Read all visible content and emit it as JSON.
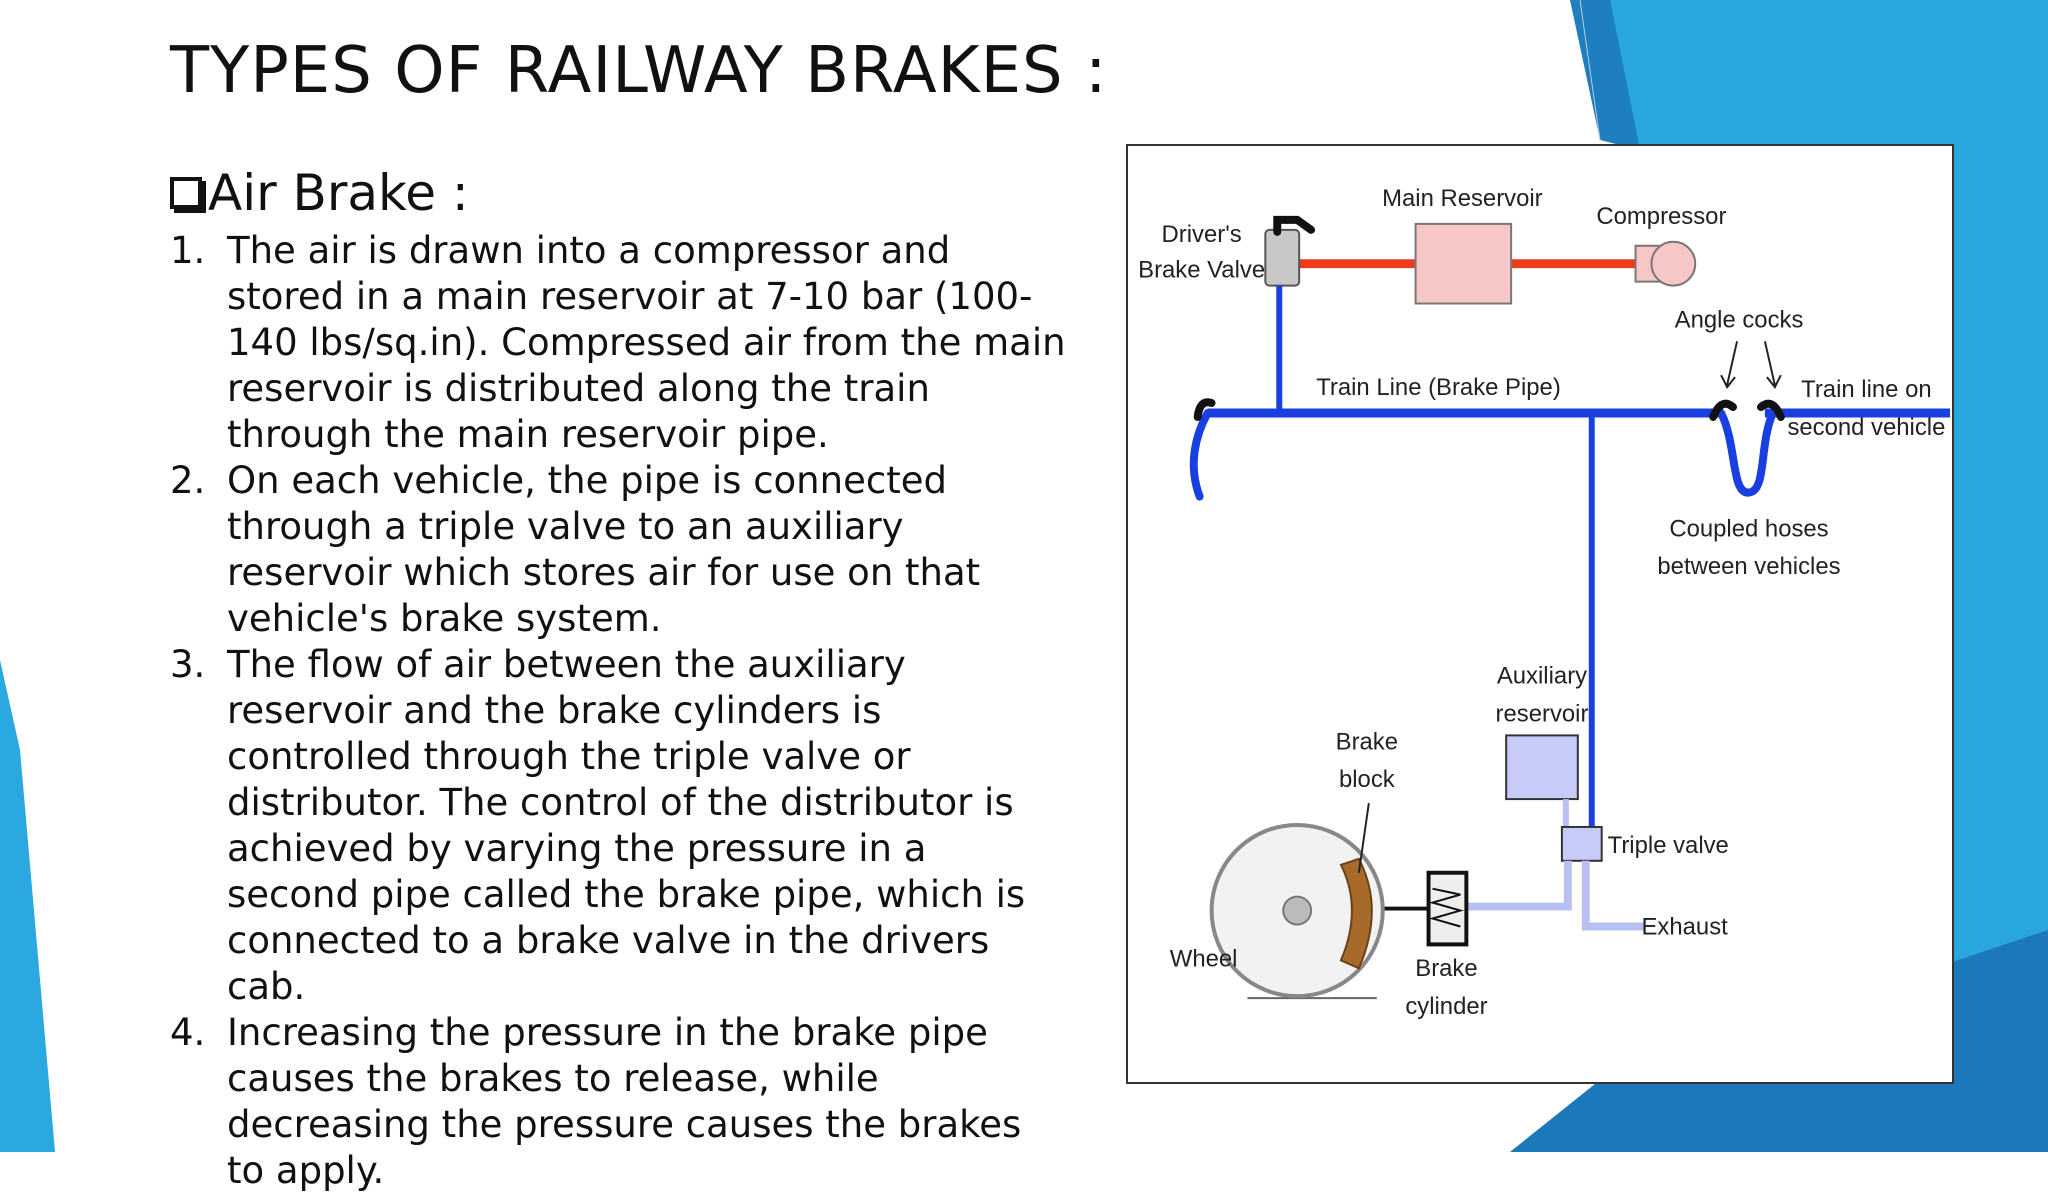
{
  "slide": {
    "title": "TYPES OF RAILWAY BRAKES :",
    "subheading": "Air Brake :",
    "points": [
      {
        "num": "1.",
        "text": "The air is drawn into a compressor and stored in a main reservoir at 7-10 bar (100-140 lbs/sq.in). Compressed air from the main reservoir is distributed along the train through the main reservoir pipe."
      },
      {
        "num": "2.",
        "text": "On each vehicle, the pipe is connected through a triple valve to an auxiliary reservoir which stores air for use on that vehicle's brake system."
      },
      {
        "num": "3.",
        "text": "The flow of air between the auxiliary reservoir and the brake cylinders is controlled through the triple valve or distributor. The control of the distributor is achieved by varying the pressure in a second pipe called the brake pipe, which is connected to a brake valve in the drivers cab."
      },
      {
        "num": "4.",
        "text": "Increasing the pressure in the brake pipe causes the brakes to release, while decreasing the pressure causes the brakes to apply."
      }
    ]
  },
  "diagram": {
    "labels": {
      "drivers_1": "Driver's",
      "drivers_2": "Brake Valve",
      "main_reservoir": "Main Reservoir",
      "compressor": "Compressor",
      "angle_cocks": "Angle cocks",
      "train_line": "Train Line (Brake Pipe)",
      "train_line_on_1": "Train line on",
      "train_line_on_2": "second vehicle",
      "coupled_1": "Coupled hoses",
      "coupled_2": "between vehicles",
      "aux_1": "Auxiliary",
      "aux_2": "reservoir",
      "brake_block_1": "Brake",
      "brake_block_2": "block",
      "triple_valve": "Triple valve",
      "exhaust": "Exhaust",
      "wheel": "Wheel",
      "brake_cyl_1": "Brake",
      "brake_cyl_2": "cylinder"
    },
    "colors": {
      "brake_pipe": "#1a3fe0",
      "main_reservoir_pipe": "#ee3a1d",
      "auxiliary_pipe": "#b8bff2",
      "reservoir_fill": "#f7c6c6",
      "auxiliary_fill": "#c6cbf7",
      "brake_block": "#a86a2a"
    }
  },
  "theme": {
    "accent_dark": "#1a7fc2",
    "accent_light": "#29a8e0"
  }
}
